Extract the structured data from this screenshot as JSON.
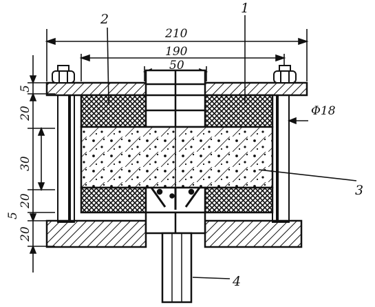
{
  "drawing": {
    "dimensions": {
      "overall_width": "210",
      "inner_width": "190",
      "core_width": "50",
      "rod_diameter": "Φ18",
      "top_plate": "5",
      "upper_layer": "20",
      "middle_block": "30",
      "lower_layer": "20",
      "gap": "5",
      "bottom_plate": "20"
    },
    "callouts": {
      "label_1": "1",
      "label_2": "2",
      "label_3": "3",
      "label_4": "4"
    }
  }
}
